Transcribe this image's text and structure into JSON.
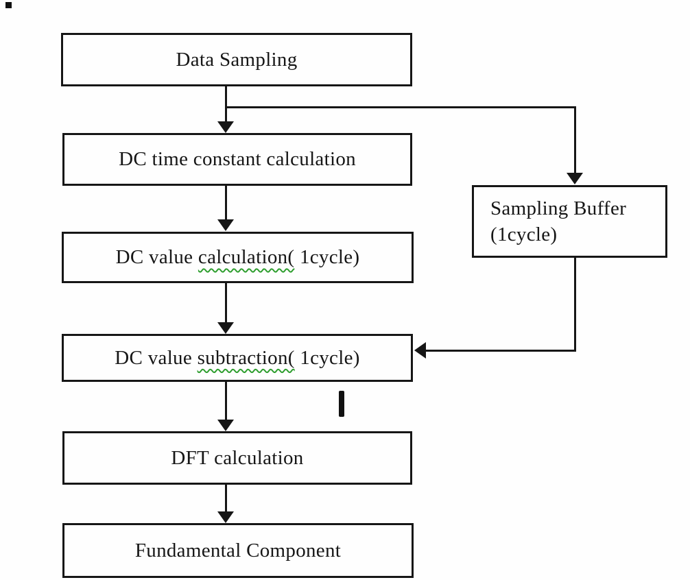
{
  "diagram": {
    "title_semantic": "DFT fundamental component extraction flowchart",
    "colors": {
      "line": "#161616",
      "background": "#fefefe",
      "squiggle_underline": "#2f9e2f"
    },
    "nodes": [
      {
        "id": "data-sampling",
        "label": "Data Sampling"
      },
      {
        "id": "dc-time-constant-calculation",
        "label": "DC time constant calculation"
      },
      {
        "id": "dc-value-calculation",
        "label_prefix": "DC value ",
        "label_underlined": "calculation(",
        "label_suffix": " 1cycle)"
      },
      {
        "id": "dc-value-subtraction",
        "label_prefix": "DC value ",
        "label_underlined": "subtraction(",
        "label_suffix": " 1cycle)"
      },
      {
        "id": "dft-calculation",
        "label": "DFT calculation"
      },
      {
        "id": "fundamental-component",
        "label": "Fundamental Component"
      },
      {
        "id": "sampling-buffer",
        "label_line1": "Sampling Buffer",
        "label_line2": "(1cycle)"
      }
    ],
    "edges": [
      {
        "from": "data-sampling",
        "to": "dc-time-constant-calculation"
      },
      {
        "from": "data-sampling",
        "to": "sampling-buffer"
      },
      {
        "from": "dc-time-constant-calculation",
        "to": "dc-value-calculation"
      },
      {
        "from": "dc-value-calculation",
        "to": "dc-value-subtraction"
      },
      {
        "from": "sampling-buffer",
        "to": "dc-value-subtraction"
      },
      {
        "from": "dc-value-subtraction",
        "to": "dft-calculation"
      },
      {
        "from": "dft-calculation",
        "to": "fundamental-component"
      }
    ],
    "marks": {
      "cursor_mark": "I"
    }
  }
}
